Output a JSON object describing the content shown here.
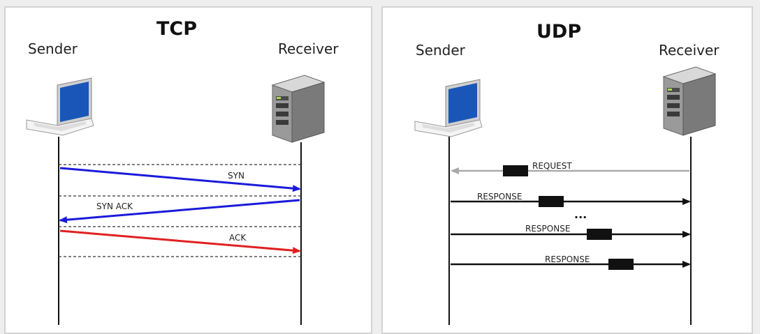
{
  "tcp": {
    "title": "TCP",
    "sender_label": "Sender",
    "receiver_label": "Receiver",
    "messages": [
      {
        "label": "SYN",
        "direction": "to-receiver",
        "color": "#1a1adb"
      },
      {
        "label": "SYN ACK",
        "direction": "to-sender",
        "color": "#1a1adb"
      },
      {
        "label": "ACK",
        "direction": "to-receiver",
        "color": "#e02020"
      }
    ]
  },
  "udp": {
    "title": "UDP",
    "sender_label": "Sender",
    "receiver_label": "Receiver",
    "messages": [
      {
        "label": "REQUEST",
        "direction": "to-sender",
        "color": "#aaaaaa"
      },
      {
        "label": "RESPONSE",
        "direction": "to-receiver",
        "color": "#111111"
      },
      {
        "label": "RESPONSE",
        "direction": "to-receiver",
        "color": "#111111"
      },
      {
        "label": "RESPONSE",
        "direction": "to-receiver",
        "color": "#111111"
      }
    ],
    "ellipsis": "..."
  },
  "icons": {
    "sender": "laptop-icon",
    "receiver": "server-icon"
  },
  "colors": {
    "syn_blue": "#1a1adb",
    "ack_red": "#e02020",
    "request_gray": "#aaaaaa",
    "laptop_screen": "#1a56b8"
  }
}
